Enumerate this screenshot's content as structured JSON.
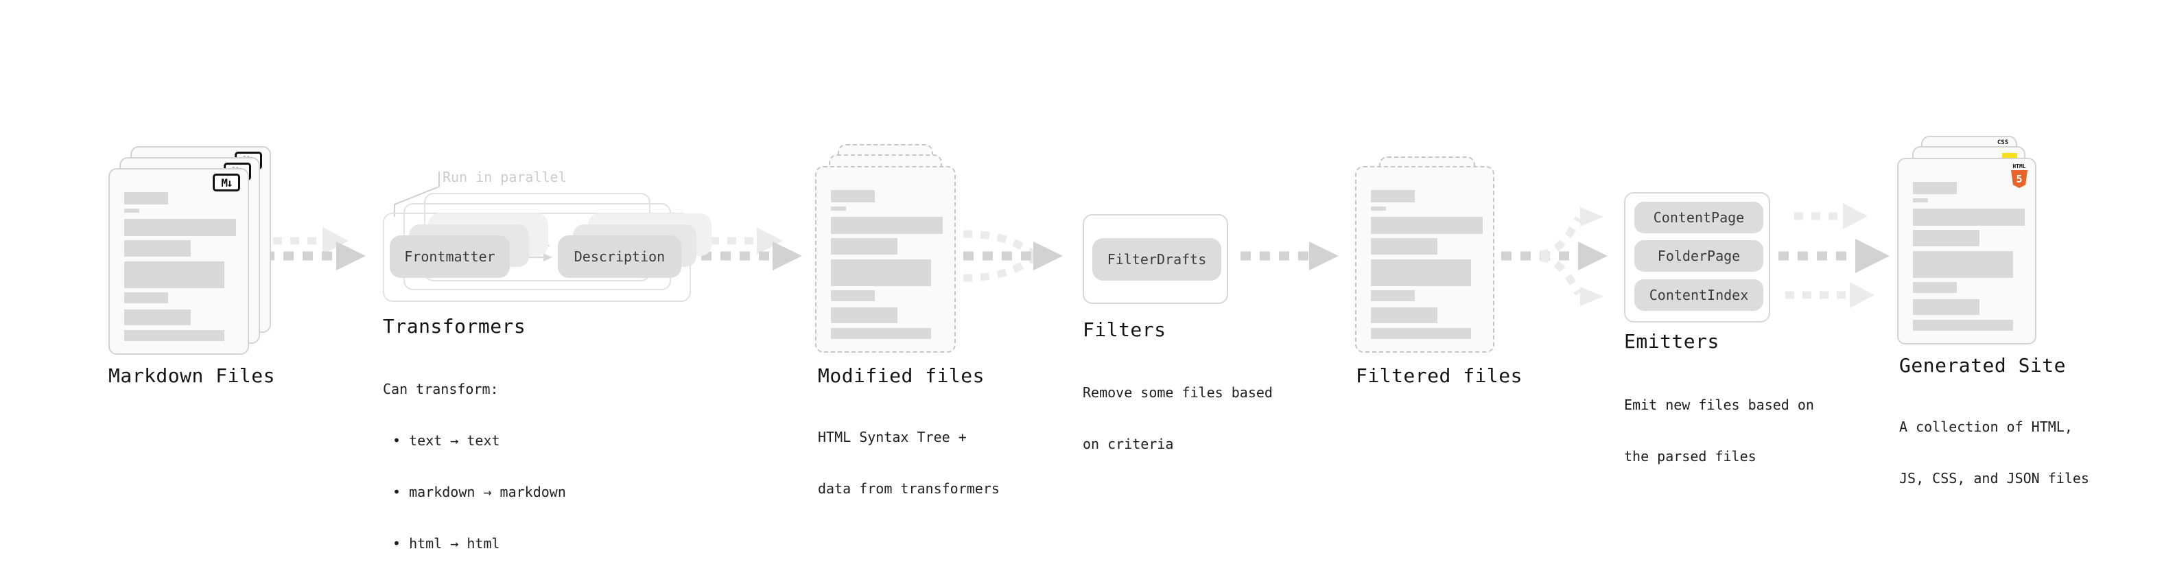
{
  "stages": {
    "markdown": {
      "label": "Markdown Files"
    },
    "transformers": {
      "label": "Transformers",
      "annotation": "Run in parallel",
      "pill_frontmatter": "Frontmatter",
      "pill_description": "Description",
      "desc_title": "Can transform:",
      "bullets": [
        "• text → text",
        "• markdown → markdown",
        "• html → html"
      ]
    },
    "modified": {
      "label": "Modified files",
      "desc1": "HTML Syntax Tree +",
      "desc2": "data from transformers"
    },
    "filters": {
      "label": "Filters",
      "pill": "FilterDrafts",
      "desc1": "Remove some files based",
      "desc2": "on criteria"
    },
    "filtered": {
      "label": "Filtered files"
    },
    "emitters": {
      "label": "Emitters",
      "pills": [
        "ContentPage",
        "FolderPage",
        "ContentIndex"
      ],
      "desc1": "Emit new files based on",
      "desc2": "the parsed files"
    },
    "site": {
      "label": "Generated Site",
      "desc1": "A collection of HTML,",
      "desc2": "JS, CSS, and JSON files"
    }
  },
  "icons": {
    "markdown_badge": "M↓",
    "css_badge": "CSS",
    "html5_label": "HTML",
    "html5_number": "5"
  },
  "colors": {
    "arrow_gray": "#d2d2d2",
    "arrow_light": "#ebebeb",
    "pill_gray": "#dcdcdc",
    "html5_orange": "#e9632c",
    "js_yellow": "#f7df1e",
    "css_blue": "#2965f1",
    "annotation_gray": "#cccccc"
  }
}
